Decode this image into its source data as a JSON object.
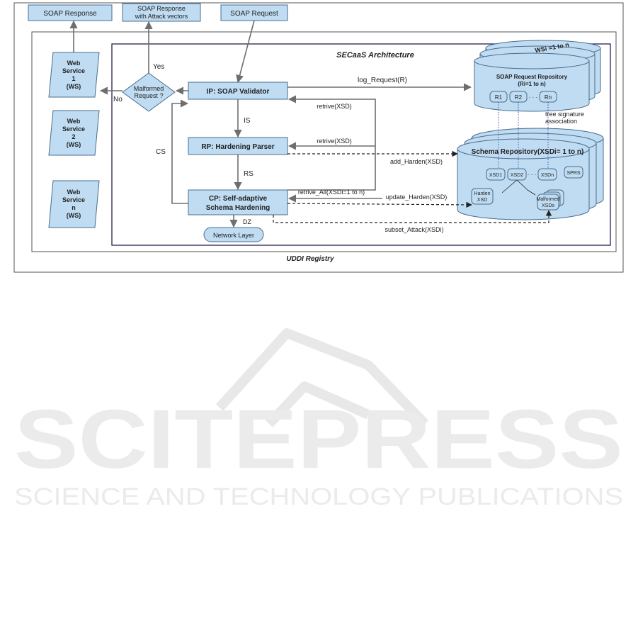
{
  "top_boxes": {
    "soap_response": "SOAP Response",
    "soap_response_attack_line1": "SOAP Response",
    "soap_response_attack_line2": "with Attack vectors",
    "soap_request": "SOAP Request"
  },
  "architecture_title": "SECaaS Architecture",
  "registry_label": "UDDI Registry",
  "web_services": [
    {
      "line1": "Web",
      "line2": "Service",
      "line3": "1",
      "line4": "(WS)"
    },
    {
      "line1": "Web",
      "line2": "Service",
      "line3": "2",
      "line4": "(WS)"
    },
    {
      "line1": "Web",
      "line2": "Service",
      "line3": "n",
      "line4": "(WS)"
    }
  ],
  "decision": {
    "line1": "Malformed",
    "line2": "Request ?",
    "yes": "Yes",
    "no": "No"
  },
  "components": {
    "ip": "IP: SOAP Validator",
    "rp": "RP: Hardening Parser",
    "cp_line1": "CP: Self-adaptive",
    "cp_line2": "Schema Hardening",
    "network": "Network Layer"
  },
  "flow_labels": {
    "is": "IS",
    "rs": "RS",
    "cs": "CS",
    "dz": "DZ",
    "log_request": "log_Request(R)",
    "retrive_xsd_1": "retrive(XSD)",
    "retrive_xsd_2": "retrive(XSD)",
    "add_harden": "add_Harden(XSD)",
    "retrive_all": "retrive_All(XSDi=1 to n)",
    "update_harden": "update_Harden(XSD)",
    "subset_attack": "subset_Attack(XSDi)",
    "tree_sig_line1": "tree signature",
    "tree_sig_line2": "association"
  },
  "request_repo": {
    "stack_label": "WSi =1 to n",
    "title_line1": "SOAP Request Repository",
    "title_line2": "(Ri=1 to n)",
    "items": [
      "R1",
      "R2",
      "Rn"
    ],
    "ellipsis": "· · ·"
  },
  "schema_repo": {
    "title": "Schema Repository(XSDi= 1 to n)",
    "items": [
      "XSD1",
      "XSD2",
      "XSDn"
    ],
    "ellipsis": "· · ·",
    "sprs": "SPRS",
    "harden_line1": "Harden",
    "harden_line2": "XSD",
    "malformed_line1": "Malformed",
    "malformed_line2": "XSDs"
  },
  "watermark": {
    "brand": "SCITEPRESS",
    "tagline": "SCIENCE AND TECHNOLOGY PUBLICATIONS"
  },
  "colors": {
    "box_fill": "#bfdcf2",
    "box_stroke": "#4a6c8c",
    "line": "#6e6e6e",
    "frame_inner": "#2b1c50",
    "watermark": "#e6e6e6"
  }
}
